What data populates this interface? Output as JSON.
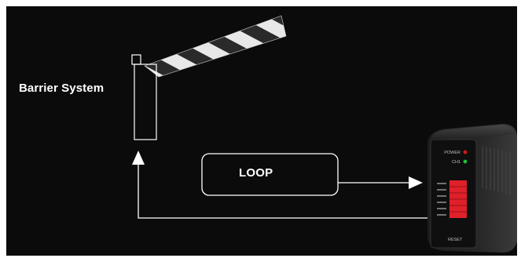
{
  "diagram": {
    "barrier_label": "Barrier System",
    "loop_label": "LOOP",
    "device": {
      "power_label": "POWER",
      "ch_label": "CH1",
      "reset_label": "RESET",
      "dip_switch_count": 6
    },
    "colors": {
      "background": "#0b0b0b",
      "stroke": "#ffffff",
      "stripe_light": "#e8e8e8",
      "stripe_dark": "#2a2a2a",
      "dip_red": "#e0202a",
      "led_power": "#d11a1a",
      "led_ch": "#1fbf3a"
    }
  }
}
